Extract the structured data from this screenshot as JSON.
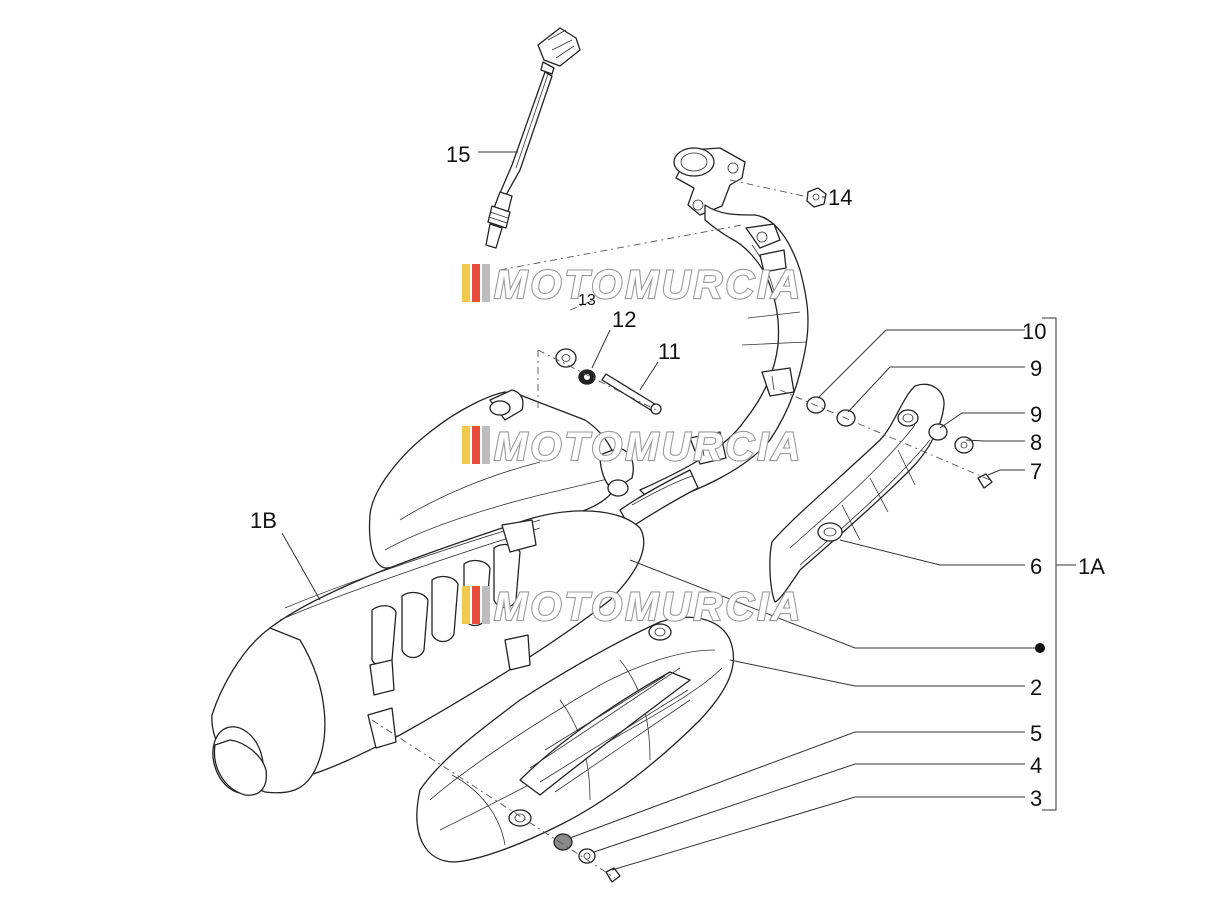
{
  "watermark": {
    "text": "MOTOMURCIA",
    "stripe_colors": [
      "#f2c94c",
      "#e74c3c",
      "#9a9a9a"
    ]
  },
  "callouts": {
    "c15": "15",
    "c14": "14",
    "c12": "12",
    "c13": "13",
    "c11": "11",
    "c10": "10",
    "c9a": "9",
    "c9b": "9",
    "c8": "8",
    "c7": "7",
    "c6": "6",
    "c1a": "1A",
    "c1b": "1B",
    "c2": "2",
    "c5": "5",
    "c4": "4",
    "c3": "3"
  }
}
